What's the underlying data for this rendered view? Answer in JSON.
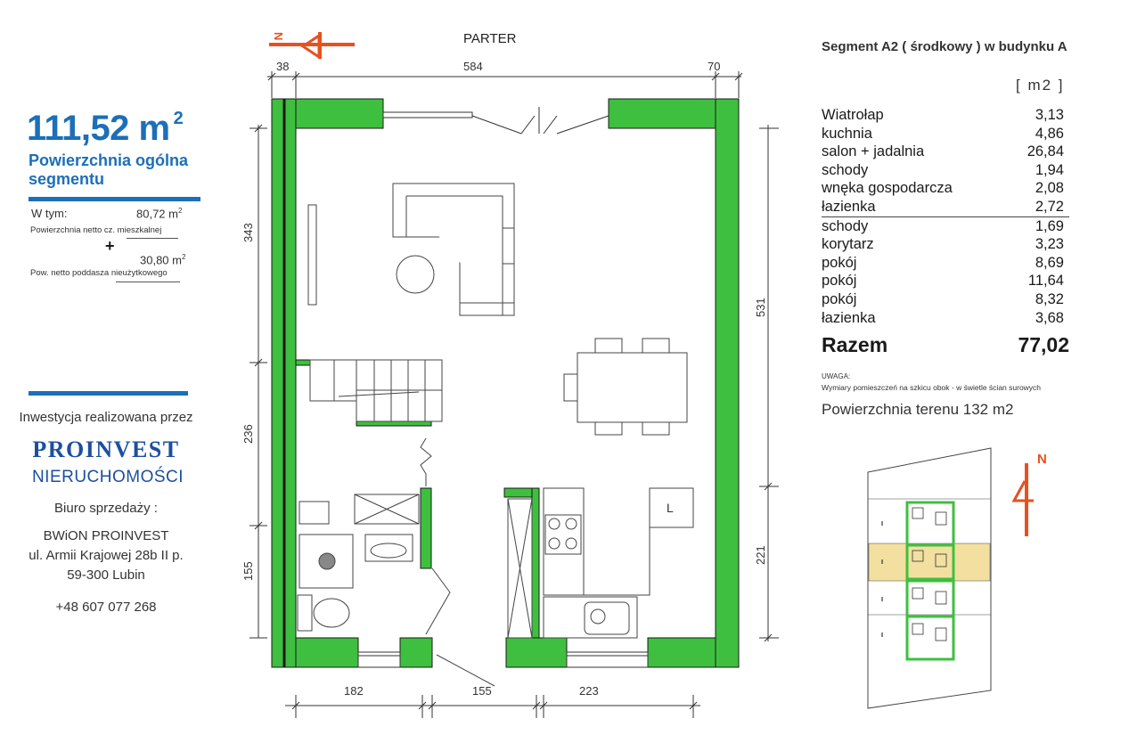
{
  "left_panel": {
    "total_area": "111,52 m",
    "total_area_sup": "2",
    "total_area_caption": "Powierzchnia ogólna segmentu",
    "including_label": "W tym:",
    "net_living_area": "80,72 m",
    "net_living_sup": "2",
    "net_living_caption": "Powierzchnia netto cz. mieszkalnej",
    "plus": "+",
    "attic_area": "30,80 m",
    "attic_sup": "2",
    "attic_caption": "Pow. netto poddasza nieużytkowego",
    "investor_label": "Inwestycja realizowana przez",
    "brand_name": "PROINVEST",
    "brand_sub": "NIERUCHOMOŚCI",
    "sales_label": "Biuro sprzedaży :",
    "office_name": "BWiON PROINVEST",
    "office_street": "ul. Armii Krajowej 28b II p.",
    "office_city": "59-300 Lubin",
    "phone": "+48 607 077 268"
  },
  "plan": {
    "floor_label": "PARTER",
    "north_label": "N",
    "kitchen_letter": "L",
    "dims_top": [
      "38",
      "584",
      "70"
    ],
    "dims_left": [
      "343",
      "236",
      "155"
    ],
    "dims_right": [
      "531",
      "221"
    ],
    "dims_bottom": [
      "182",
      "155",
      "223"
    ],
    "colors": {
      "wall": "#3fbf3f",
      "wall_stroke": "#1a1a1a",
      "accent_north": "#e8501e",
      "highlight_segment": "#f3e0a0"
    }
  },
  "right_panel": {
    "segment_title": "Segment A2 ( środkowy ) w budynku A",
    "unit_label": "[ m2 ]",
    "rooms_ground": [
      {
        "name": "Wiatrołap",
        "area": "3,13"
      },
      {
        "name": "kuchnia",
        "area": "4,86"
      },
      {
        "name": "salon + jadalnia",
        "area": "26,84"
      },
      {
        "name": "schody",
        "area": "1,94"
      },
      {
        "name": "wnęka gospodarcza",
        "area": "2,08"
      },
      {
        "name": "łazienka",
        "area": "2,72"
      }
    ],
    "rooms_upper": [
      {
        "name": "schody",
        "area": "1,69"
      },
      {
        "name": "korytarz",
        "area": "3,23"
      },
      {
        "name": "pokój",
        "area": "8,69"
      },
      {
        "name": "pokój",
        "area": "11,64"
      },
      {
        "name": "pokój",
        "area": "8,32"
      },
      {
        "name": "łazienka",
        "area": "3,68"
      }
    ],
    "total_label": "Razem",
    "total_value": "77,02",
    "note_title": "UWAGA:",
    "note_body": "Wymiary pomieszczeń na szkicu obok - w świetle ścian surowych",
    "terrain_label": "Powierzchnia terenu  132 m2",
    "site_north_label": "N"
  }
}
